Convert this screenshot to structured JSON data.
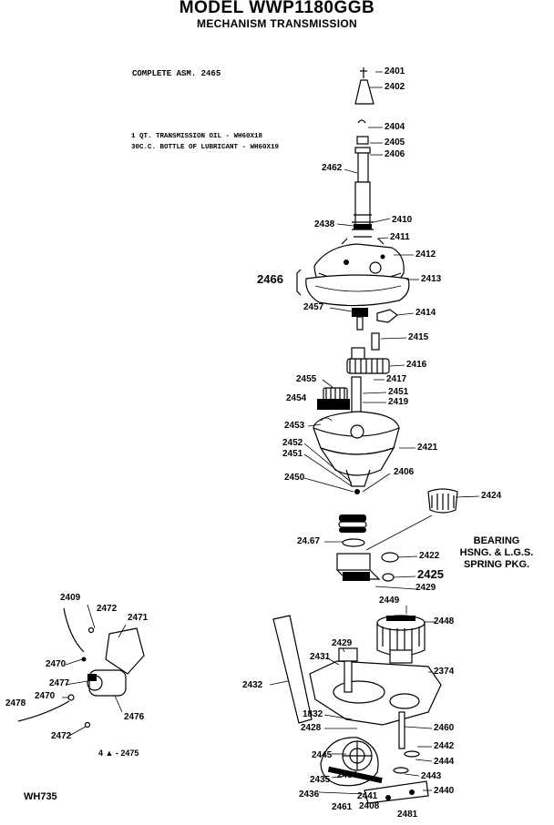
{
  "header": {
    "model": "MODEL WWP1180GGB",
    "section": "MECHANISM TRANSMISSION"
  },
  "notes": {
    "complete_asm": "COMPLETE ASM. 2465",
    "oil": "1 QT. TRANSMISSION OIL - WH60X18",
    "lubricant": "30C.C. BOTTLE OF LUBRICANT - WH60X19"
  },
  "bearing_caption": [
    "BEARING",
    "HSNG. & L.G.S.",
    "SPRING PKG."
  ],
  "footer_code": "WH735",
  "parts": {
    "p2401": "2401",
    "p2402": "2402",
    "p2404": "2404",
    "p2405": "2405",
    "p2406a": "2406",
    "p2462": "2462",
    "p2438": "2438",
    "p2410": "2410",
    "p2411": "2411",
    "p2412": "2412",
    "p2466": "2466",
    "p2413": "2413",
    "p2457": "2457",
    "p2414": "2414",
    "p2415": "2415",
    "p2416": "2416",
    "p2455": "2455",
    "p2417": "2417",
    "p2451a": "2451",
    "p2419": "2419",
    "p2454": "2454",
    "p2453": "2453",
    "p2452": "2452",
    "p2421": "2421",
    "p2451b": "2451",
    "p2450": "2450",
    "p2406b": "2406",
    "p2424": "2424",
    "p2467": "24.67",
    "p2422": "2422",
    "p2425": "2425",
    "p2429a": "2429",
    "p2409": "2409",
    "p2472a": "2472",
    "p2471": "2471",
    "p2449": "2449",
    "p2448": "2448",
    "p2429b": "2429",
    "p2431": "2431",
    "p2374": "2374",
    "p2470a": "2470",
    "p2477": "2477",
    "p2478": "2478",
    "p2470b": "2470",
    "p2476": "2476",
    "p2432": "2432",
    "p1832": "1832",
    "p2428": "2428",
    "p2460": "2460",
    "p2472b": "2472",
    "p2475": "4 ▲ - 2475",
    "p2445": "2445",
    "p2442": "2442",
    "p2444": "2444",
    "p2435": "2435",
    "p2434": "2434",
    "p2443": "2443",
    "p2436": "2436",
    "p2461": "2461",
    "p2441": "2441",
    "p2408": "2408",
    "p2440": "2440",
    "p2481": "2481"
  },
  "colors": {
    "ink": "#000000",
    "paper": "#ffffff"
  }
}
